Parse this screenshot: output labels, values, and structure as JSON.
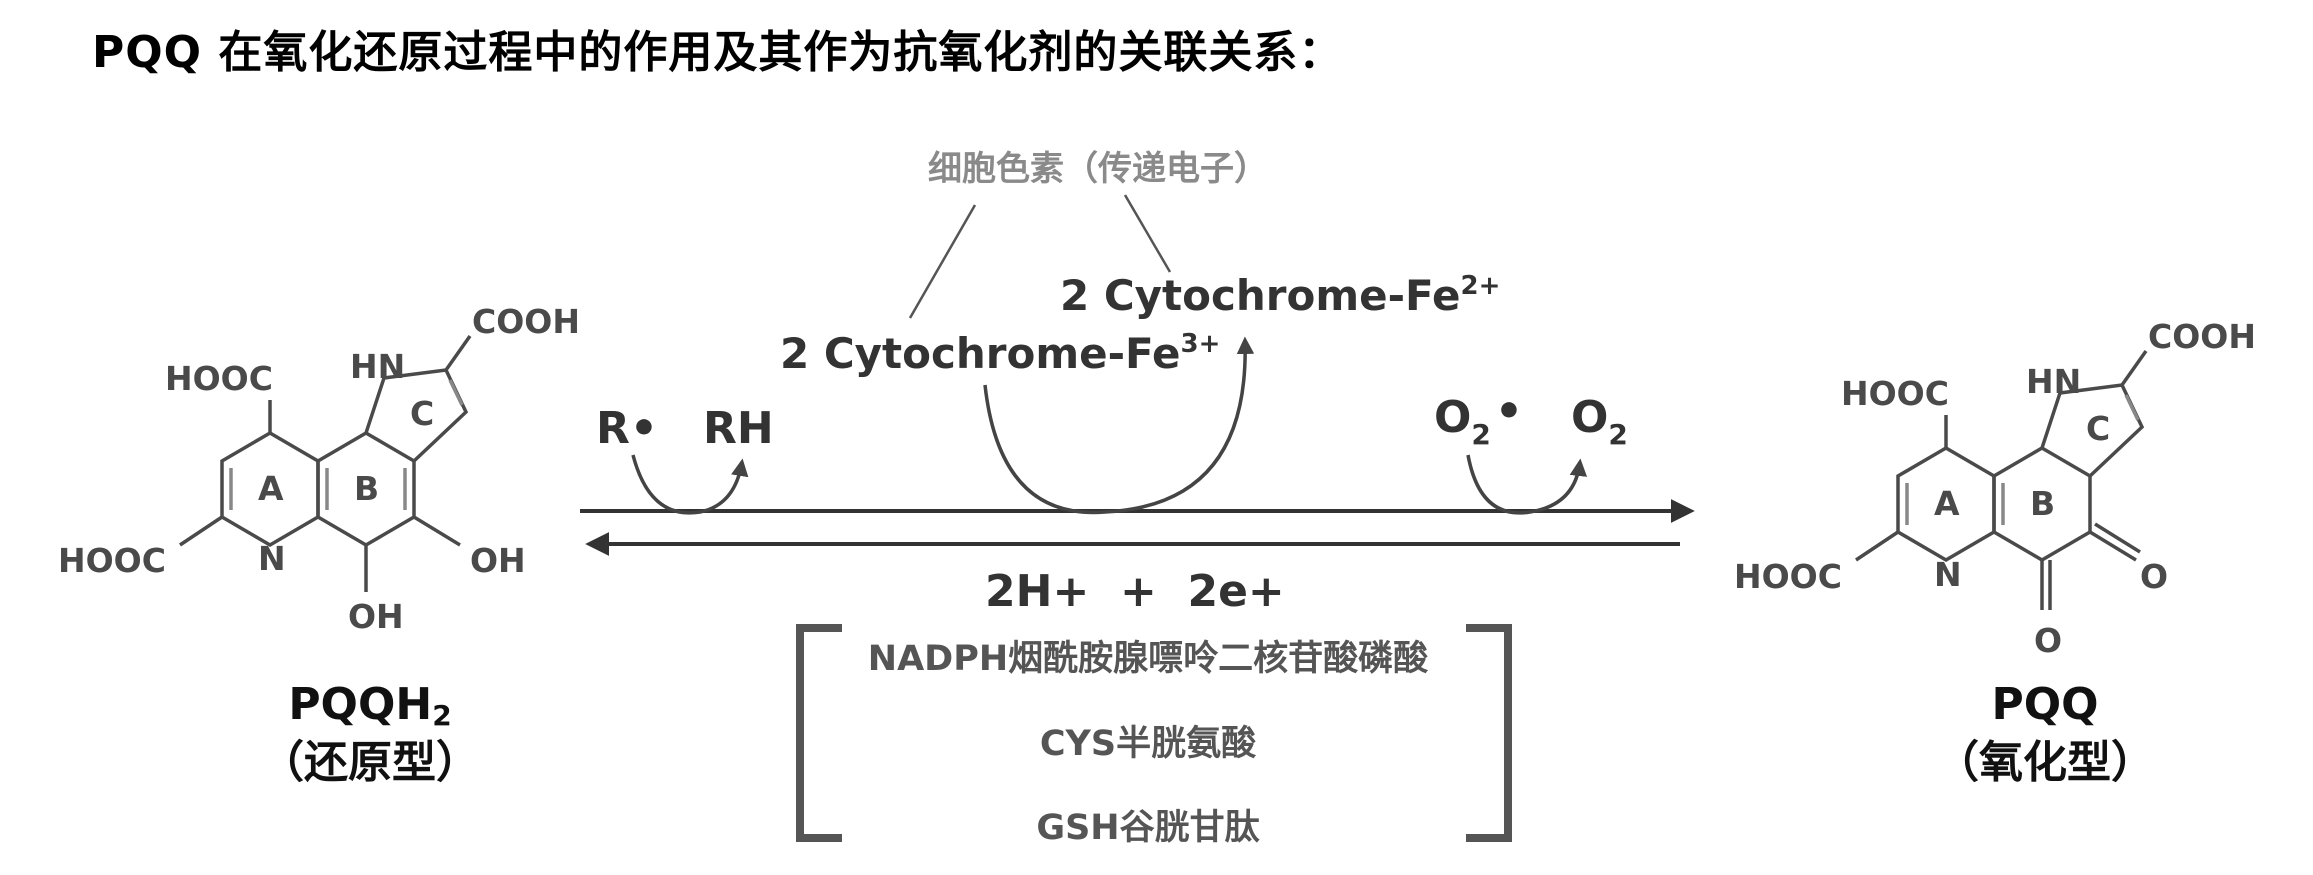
{
  "title": "PQQ 在氧化还原过程中的作用及其作为抗氧化剂的关联关系：",
  "left_molecule": {
    "name_base": "PQQH",
    "name_subscript": "2",
    "state": "（还原型）",
    "labels": {
      "cooh_top": "COOH",
      "hooc_top": "HOOC",
      "hooc_left": "HOOC",
      "nh": "HN",
      "n": "N",
      "oh_right": "OH",
      "oh_bottom": "OH",
      "ring_a": "A",
      "ring_b": "B",
      "ring_c": "C"
    }
  },
  "right_molecule": {
    "name": "PQQ",
    "state": "（氧化型）",
    "labels": {
      "cooh_top": "COOH",
      "hooc_top": "HOOC",
      "hooc_left": "HOOC",
      "nh": "HN",
      "n": "N",
      "o_right": "O",
      "o_bottom": "O",
      "ring_a": "A",
      "ring_b": "B",
      "ring_c": "C"
    }
  },
  "cytochrome_note": "细胞色素（传递电子）",
  "cyt_fe3": {
    "base": "2 Cytochrome-Fe",
    "sup": "3+"
  },
  "cyt_fe2": {
    "base": "2 Cytochrome-Fe",
    "sup": "2+"
  },
  "radical_in": "R•",
  "radical_out": "RH",
  "o2_radical": {
    "base": "O",
    "sub": "2",
    "dot": "•"
  },
  "o2_out": {
    "base": "O",
    "sub": "2"
  },
  "reverse_label": "2H+  +  2e+",
  "cofactors": [
    "NADPH烟酰胺腺嘌呤二核苷酸磷酸",
    "CYS半胱氨酸",
    "GSH谷胱甘肽"
  ]
}
